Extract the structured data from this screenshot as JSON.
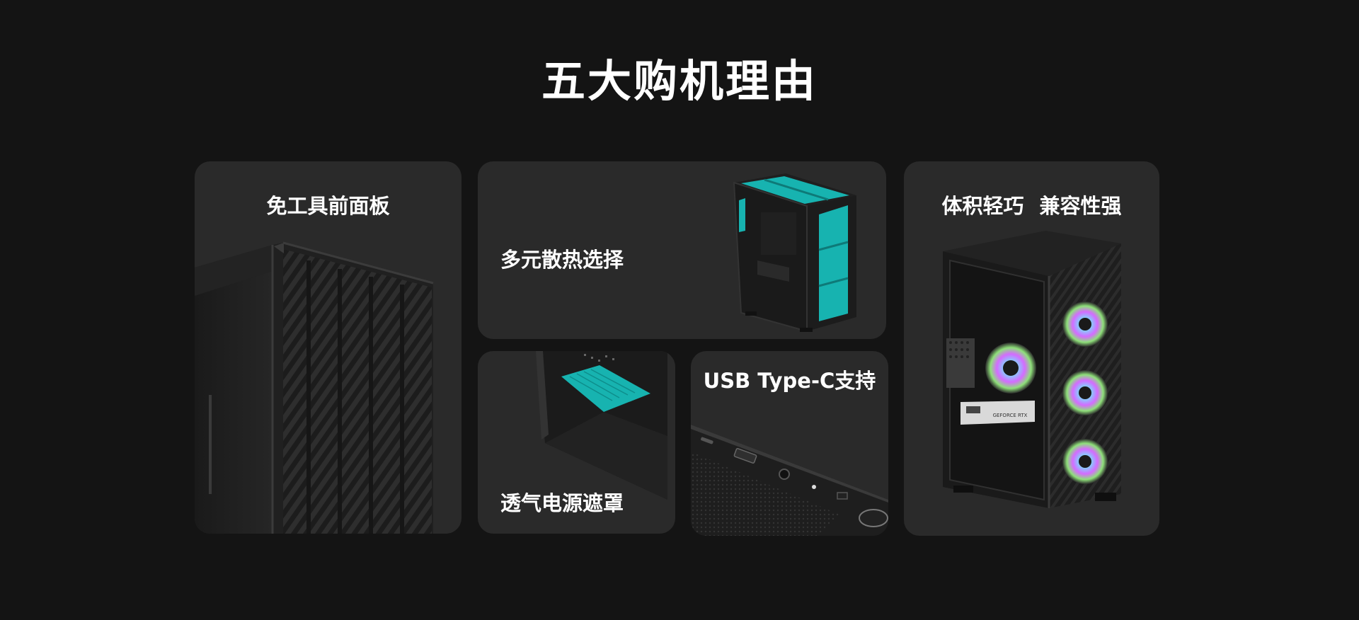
{
  "page": {
    "title": "五大购机理由"
  },
  "features": {
    "panel": {
      "label": "免工具前面板"
    },
    "cooling": {
      "label": "多元散热选择"
    },
    "psu": {
      "label": "透气电源遮罩"
    },
    "usbc": {
      "label": "USB Type-C支持"
    },
    "compact": {
      "label": "体积轻巧  兼容性强",
      "gpu_text": "GEFORCE RTX"
    }
  },
  "colors": {
    "background": "#141414",
    "card": "#2a2a2a",
    "accent_teal": "#17b3b0",
    "text": "#ffffff"
  }
}
